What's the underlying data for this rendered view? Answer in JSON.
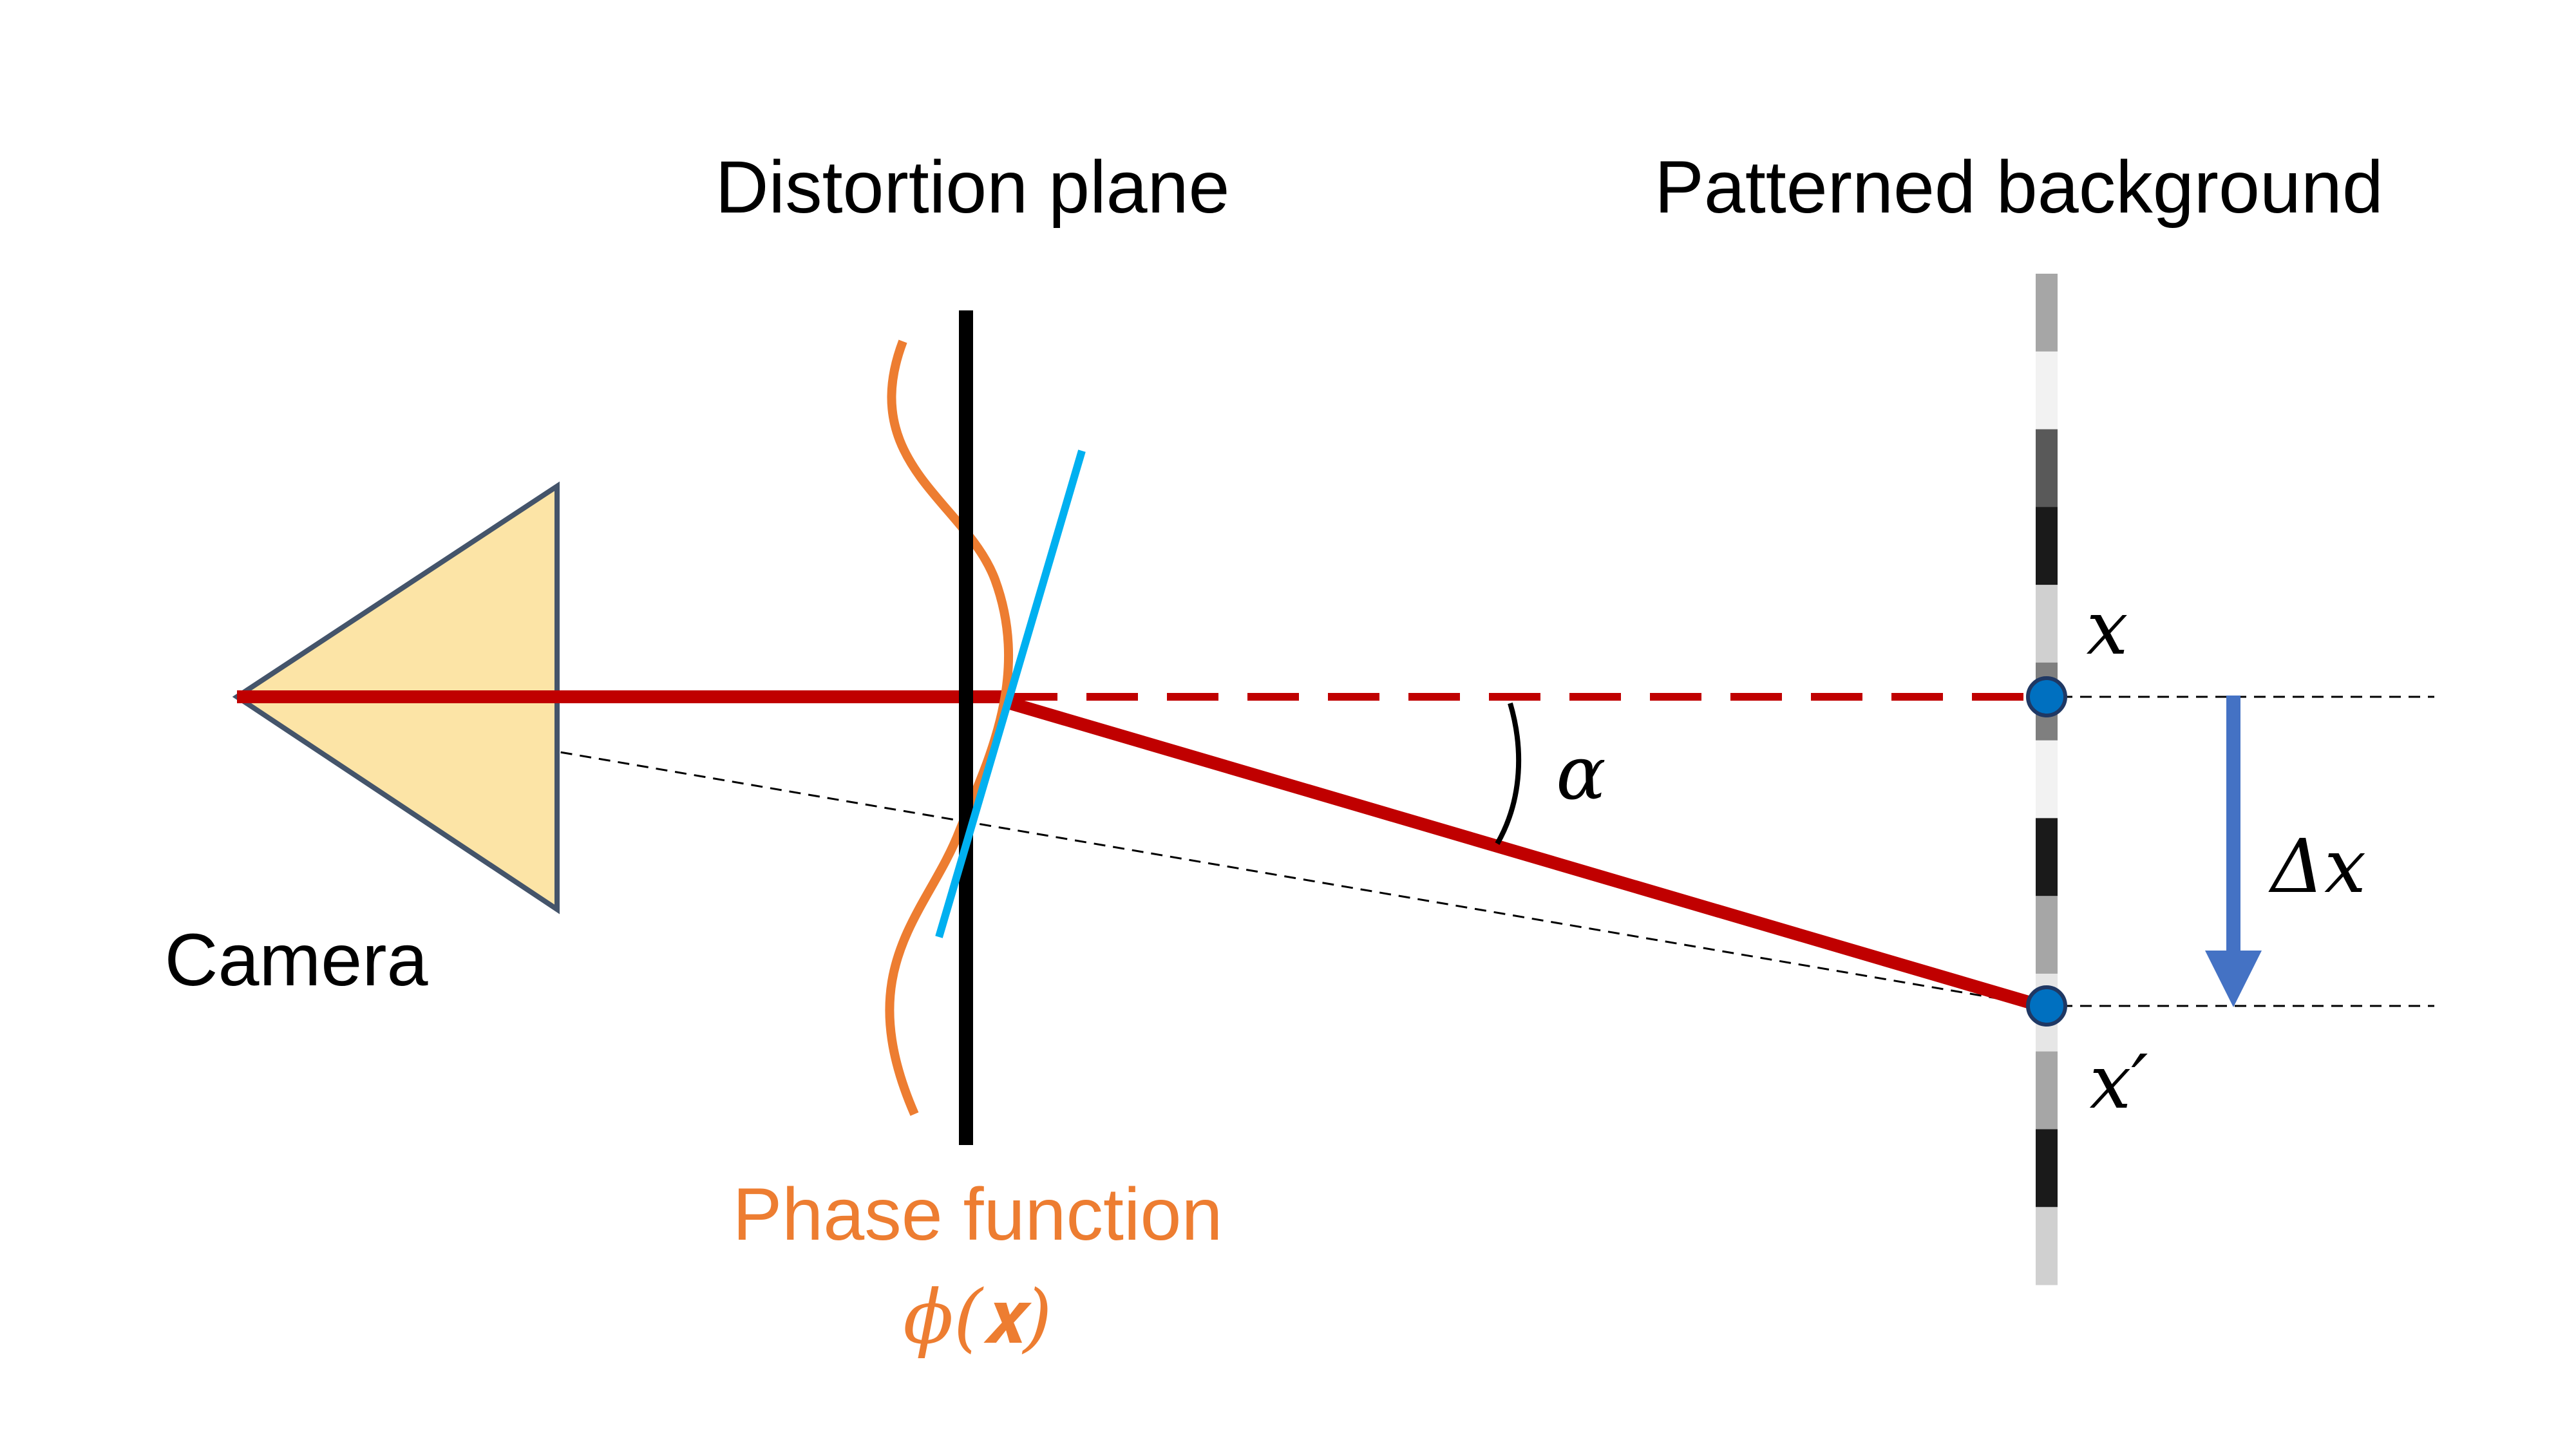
{
  "labels": {
    "distortion_plane": "Distortion plane",
    "patterned_background": "Patterned background",
    "camera": "Camera",
    "phase_function": "Phase function",
    "phase_symbol": "ϕ(𝐱)",
    "x": "x",
    "x_prime": "x′",
    "alpha": "α",
    "delta_x": "Δx"
  },
  "colors": {
    "camera_fill": "#fce4a6",
    "camera_stroke": "#44546a",
    "ray_red": "#c00000",
    "phase_orange": "#ed7d31",
    "tangent_blue": "#00b0f0",
    "arrow_blue": "#4472c4",
    "point_blue": "#0070c0",
    "point_stroke": "#1f3864",
    "plane_black": "#000000"
  },
  "background_pattern": [
    "#a6a6a6",
    "#f2f2f2",
    "#595959",
    "#1a1a1a",
    "#d0d0d0",
    "#7f7f7f",
    "#f2f2f2",
    "#1a1a1a",
    "#a6a6a6",
    "#e6e6e6",
    "#a6a6a6",
    "#1a1a1a",
    "#d0d0d0"
  ]
}
